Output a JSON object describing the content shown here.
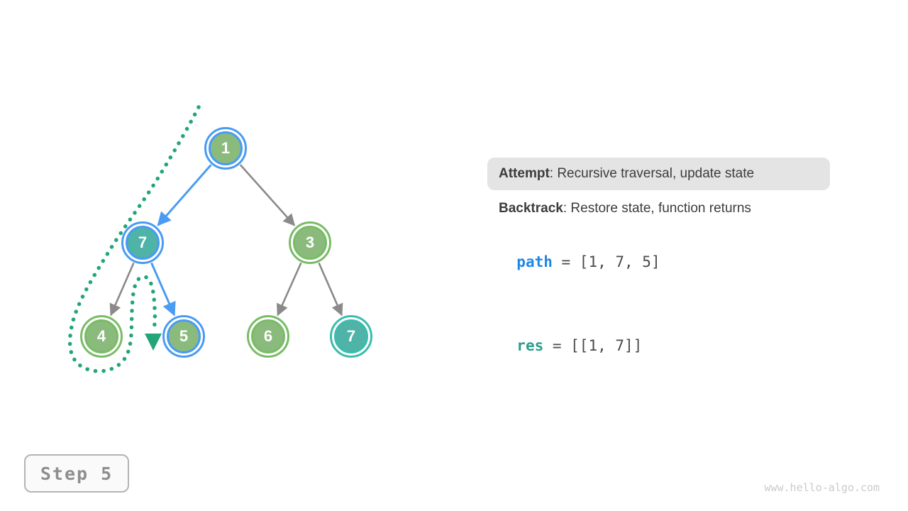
{
  "panel": {
    "attempt_label": "Attempt",
    "attempt_text": ": Recursive traversal, update state",
    "backtrack_label": "Backtrack",
    "backtrack_text": ": Restore state, function returns",
    "path_var": "path",
    "path_value": " = [1, 7, 5]",
    "res_var": "res",
    "res_value": " = [[1, 7]]"
  },
  "step": {
    "label": "Step 5"
  },
  "watermark": "www.hello-algo.com",
  "tree": {
    "nodes": [
      {
        "value": "1",
        "fill": "node_green_fill",
        "ring": "node_blue_ring"
      },
      {
        "value": "7",
        "fill": "node_teal_fill",
        "ring": "node_blue_ring"
      },
      {
        "value": "3",
        "fill": "node_green_fill",
        "ring": "node_green_ring"
      },
      {
        "value": "4",
        "fill": "node_green_fill",
        "ring": "node_green_ring"
      },
      {
        "value": "5",
        "fill": "node_green_fill",
        "ring": "node_blue_ring"
      },
      {
        "value": "6",
        "fill": "node_green_fill",
        "ring": "node_green_ring"
      },
      {
        "value": "7",
        "fill": "node_teal_fill",
        "ring": "node_teal_ring"
      }
    ],
    "edges": [
      {
        "from": "1",
        "to": "7-left",
        "highlighted": true
      },
      {
        "from": "1",
        "to": "3",
        "highlighted": false
      },
      {
        "from": "7-left",
        "to": "4",
        "highlighted": false
      },
      {
        "from": "7-left",
        "to": "5",
        "highlighted": true
      },
      {
        "from": "3",
        "to": "6",
        "highlighted": false
      },
      {
        "from": "3",
        "to": "7-right",
        "highlighted": false
      }
    ]
  },
  "colors": {
    "node_green_fill": "#8abb7d",
    "node_green_ring": "#79bc66",
    "node_teal_fill": "#4fb3a7",
    "node_teal_ring": "#3bbcad",
    "node_blue_ring": "#4a9bf2",
    "edge_gray": "#8a8a8a",
    "edge_blue": "#4a9bf2",
    "trace_green": "#21a579",
    "code_blue": "#1e88e5",
    "code_teal": "#2e9d8c",
    "highlight_bg": "#e4e4e4",
    "text_dark": "#3c3c3c",
    "step_gray": "#8e8e8e",
    "watermark_gray": "#cbcbcb"
  }
}
